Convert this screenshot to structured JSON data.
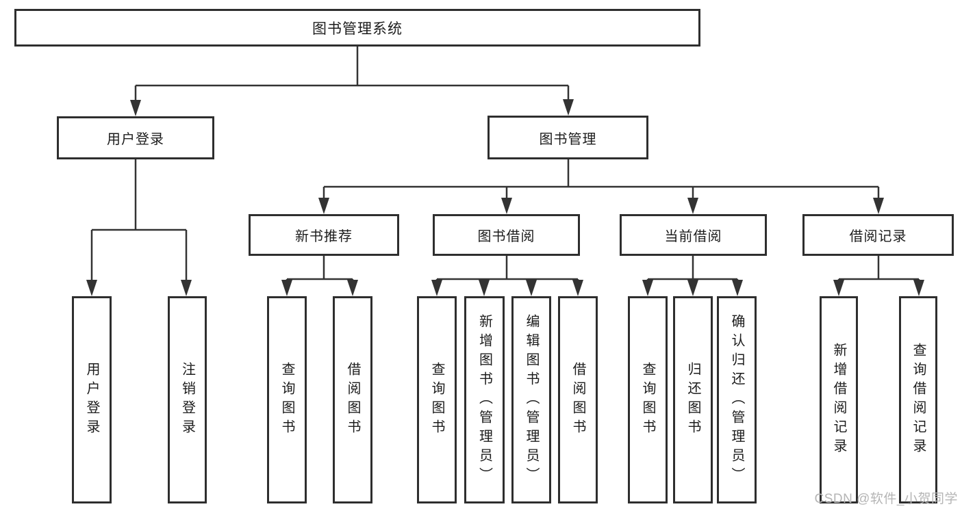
{
  "tree": {
    "label": "图书管理系统",
    "children": [
      {
        "label": "用户登录",
        "children": [
          {
            "label": "用户登录"
          },
          {
            "label": "注销登录"
          }
        ]
      },
      {
        "label": "图书管理",
        "children": [
          {
            "label": "新书推荐",
            "children": [
              {
                "label": "查询图书"
              },
              {
                "label": "借阅图书"
              }
            ]
          },
          {
            "label": "图书借阅",
            "children": [
              {
                "label": "查询图书"
              },
              {
                "label": "新增图书（管理员）"
              },
              {
                "label": "编辑图书（管理员）"
              },
              {
                "label": "借阅图书"
              }
            ]
          },
          {
            "label": "当前借阅",
            "children": [
              {
                "label": "查询图书"
              },
              {
                "label": "归还图书"
              },
              {
                "label": "确认归还（管理员）"
              }
            ]
          },
          {
            "label": "借阅记录",
            "children": [
              {
                "label": "新增借阅记录"
              },
              {
                "label": "查询借阅记录"
              }
            ]
          }
        ]
      }
    ]
  },
  "watermark": "CSDN @软件_小贺同学",
  "colors": {
    "line": "#333333",
    "border": "#2e2e2e",
    "text": "#1c1c1c",
    "watermark": "#b5b5b5",
    "background": "#ffffff"
  }
}
